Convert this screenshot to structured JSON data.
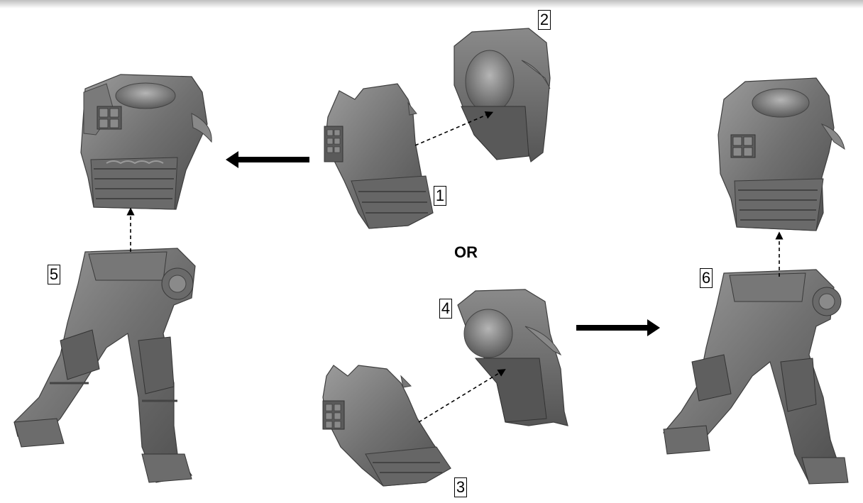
{
  "step_labels": {
    "l1": "1",
    "l2": "2",
    "l3": "3",
    "l4": "4",
    "l5": "5",
    "l6": "6"
  },
  "or_text": "OR",
  "colors": {
    "part_base": "#6e6e6e",
    "part_light": "#9a9a9a",
    "part_dark": "#4a4a4a",
    "arrow": "#000000"
  },
  "parts": [
    "assembled-torso-left",
    "front-chest-piece-1",
    "back-piece-2",
    "front-chest-piece-3",
    "back-piece-4",
    "legs-5",
    "legs-6",
    "assembled-torso-right"
  ]
}
